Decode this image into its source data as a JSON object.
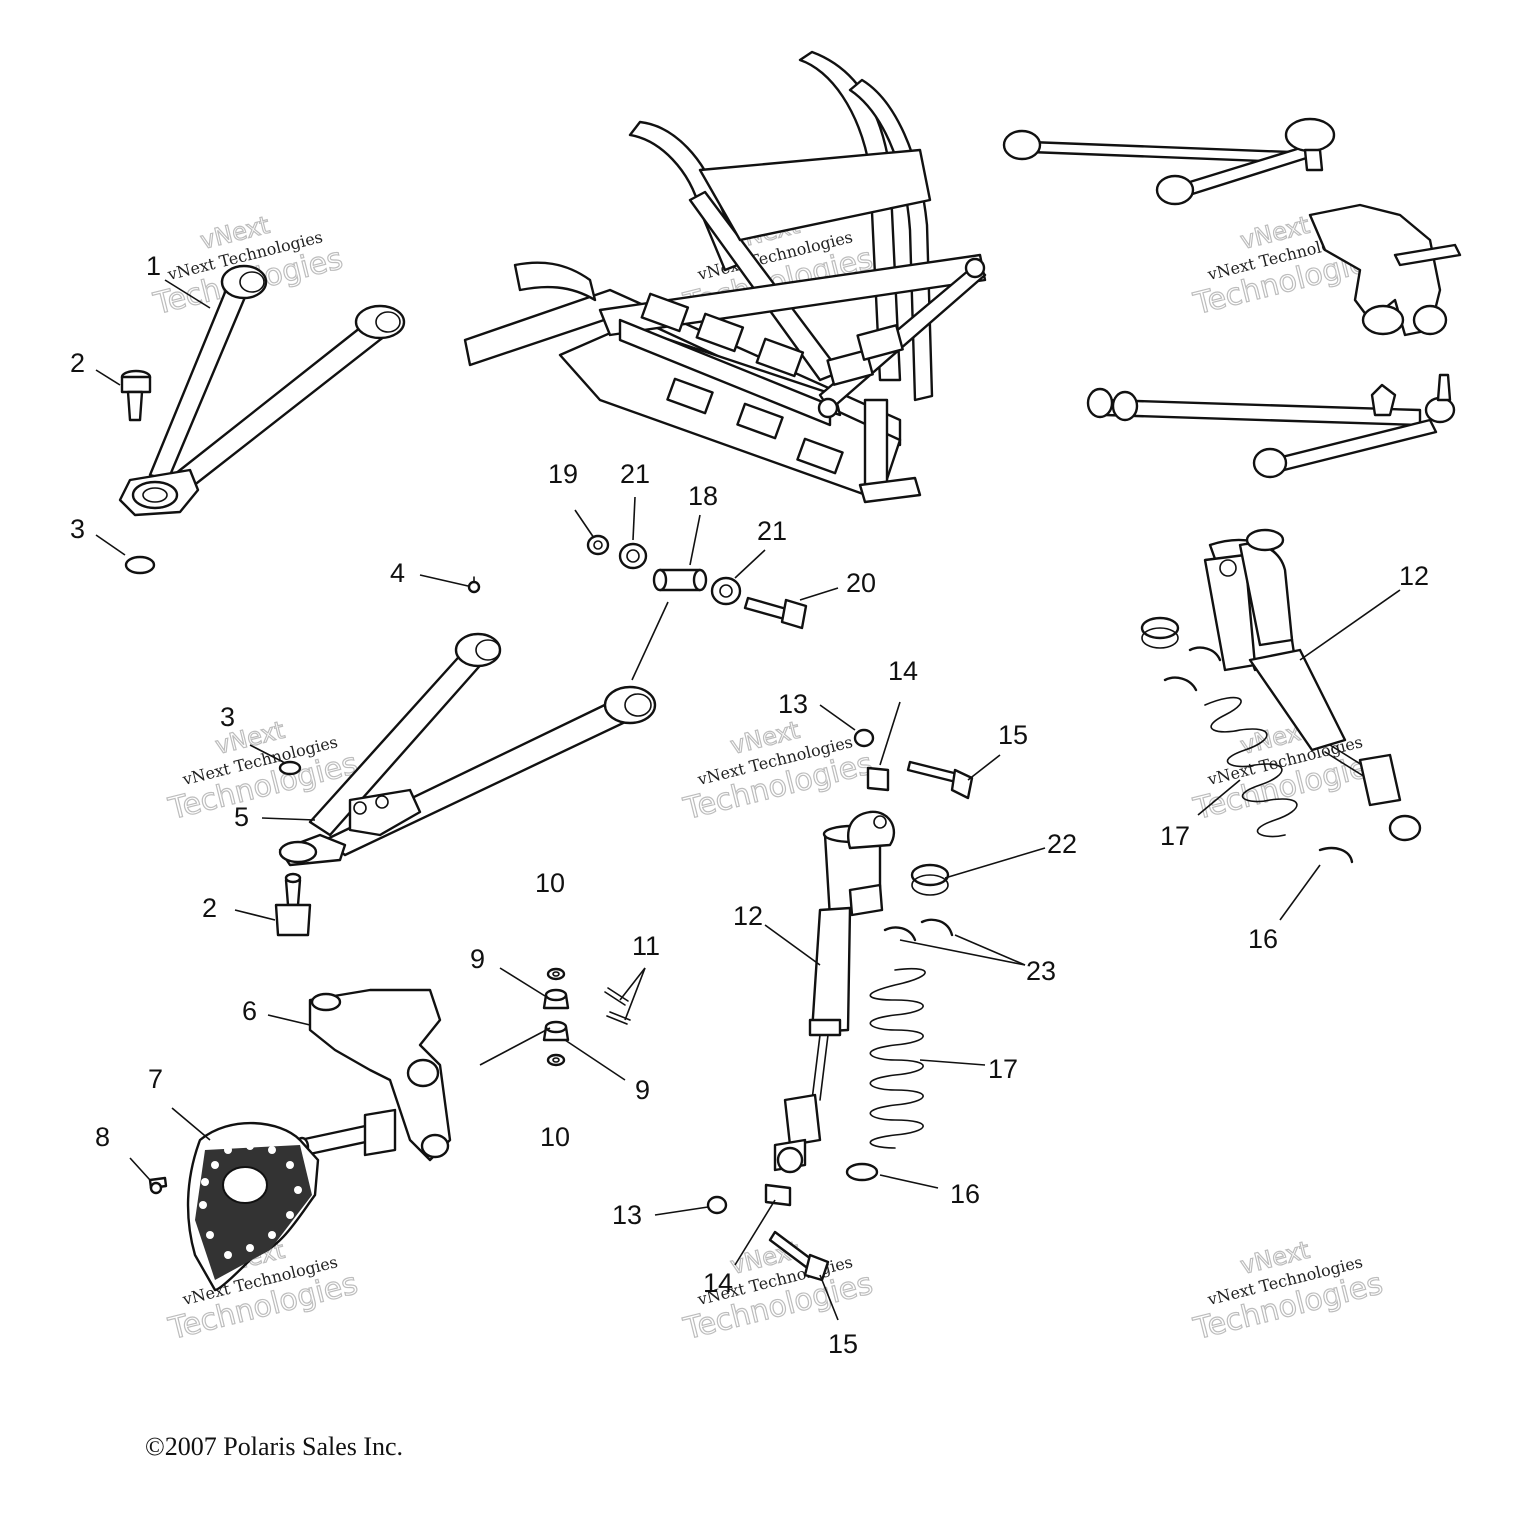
{
  "copyright": "©2007 Polaris Sales Inc.",
  "watermark": {
    "line1": "vNext Technologies",
    "line2": "vNext",
    "line3": "Technologies"
  },
  "callouts": [
    {
      "id": "c1",
      "label": "1"
    },
    {
      "id": "c2a",
      "label": "2"
    },
    {
      "id": "c2b",
      "label": "2"
    },
    {
      "id": "c3a",
      "label": "3"
    },
    {
      "id": "c3b",
      "label": "3"
    },
    {
      "id": "c4",
      "label": "4"
    },
    {
      "id": "c5",
      "label": "5"
    },
    {
      "id": "c6",
      "label": "6"
    },
    {
      "id": "c7",
      "label": "7"
    },
    {
      "id": "c8",
      "label": "8"
    },
    {
      "id": "c9a",
      "label": "9"
    },
    {
      "id": "c9b",
      "label": "9"
    },
    {
      "id": "c10a",
      "label": "10"
    },
    {
      "id": "c10b",
      "label": "10"
    },
    {
      "id": "c11",
      "label": "11"
    },
    {
      "id": "c12a",
      "label": "12"
    },
    {
      "id": "c12b",
      "label": "12"
    },
    {
      "id": "c13a",
      "label": "13"
    },
    {
      "id": "c13b",
      "label": "13"
    },
    {
      "id": "c14a",
      "label": "14"
    },
    {
      "id": "c14b",
      "label": "14"
    },
    {
      "id": "c15a",
      "label": "15"
    },
    {
      "id": "c15b",
      "label": "15"
    },
    {
      "id": "c16a",
      "label": "16"
    },
    {
      "id": "c16b",
      "label": "16"
    },
    {
      "id": "c17a",
      "label": "17"
    },
    {
      "id": "c17b",
      "label": "17"
    },
    {
      "id": "c18",
      "label": "18"
    },
    {
      "id": "c19",
      "label": "19"
    },
    {
      "id": "c20",
      "label": "20"
    },
    {
      "id": "c21a",
      "label": "21"
    },
    {
      "id": "c21b",
      "label": "21"
    },
    {
      "id": "c22",
      "label": "22"
    },
    {
      "id": "c23",
      "label": "23"
    }
  ]
}
